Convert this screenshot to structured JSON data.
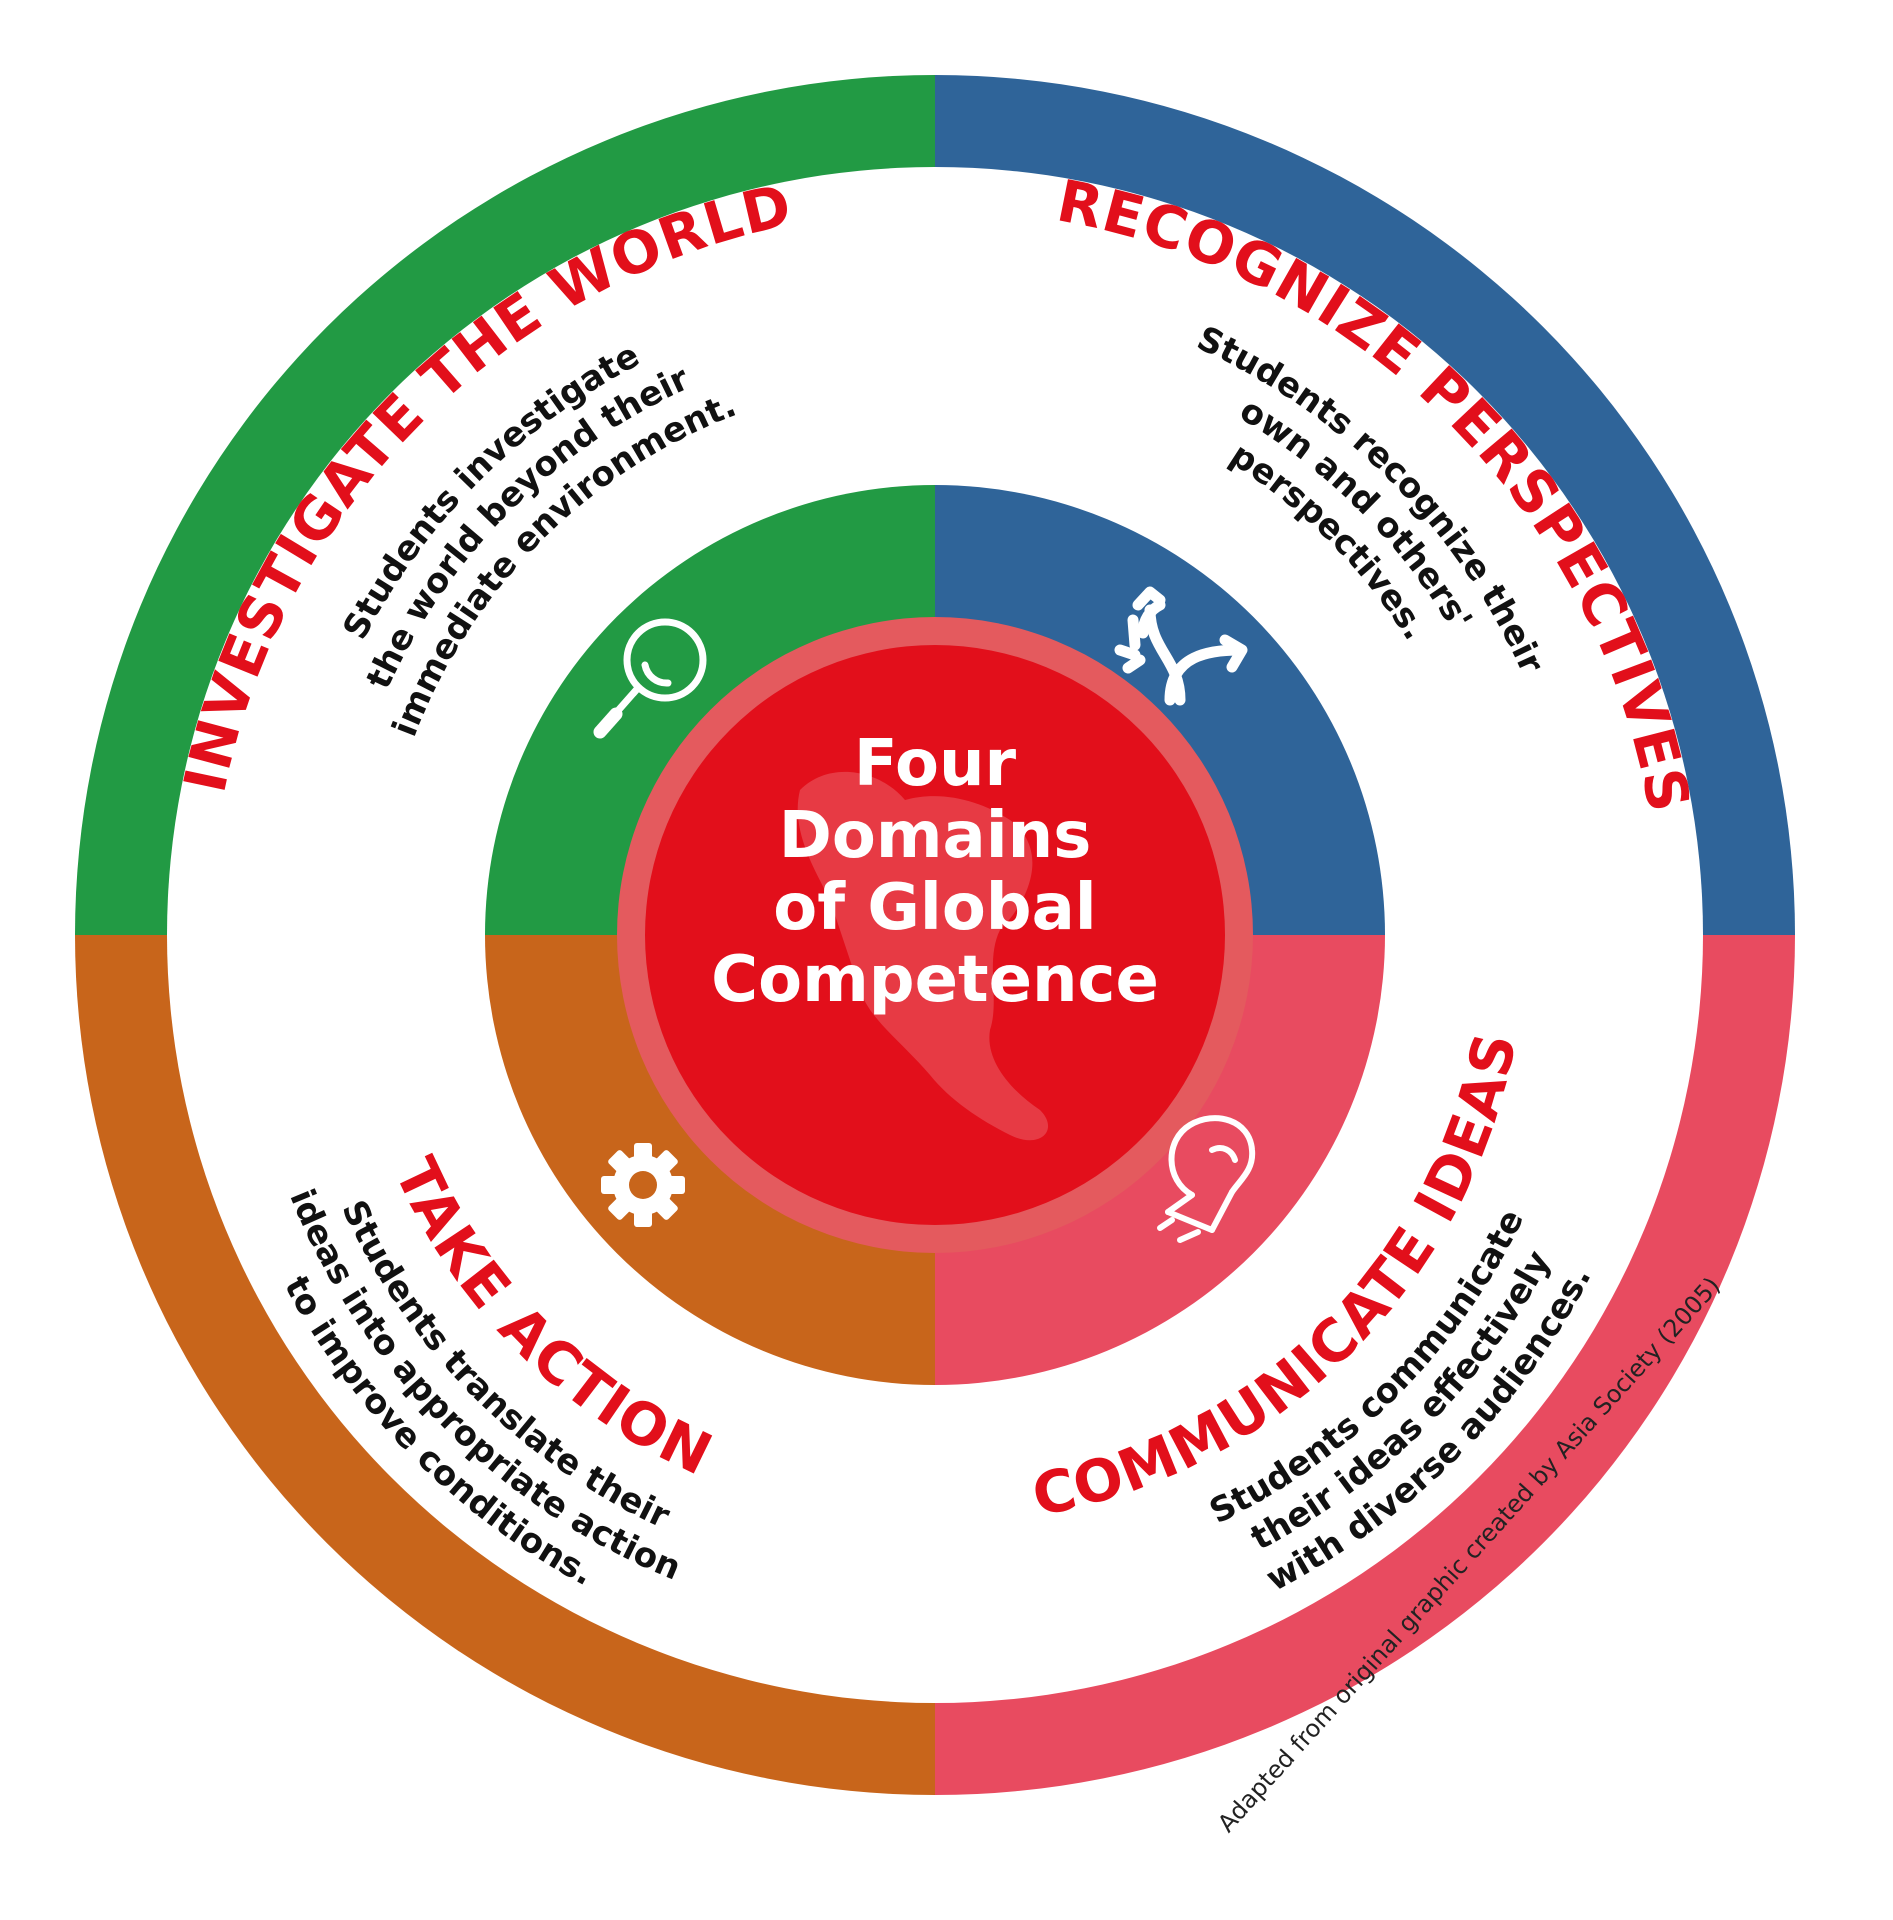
{
  "center": {
    "lines": [
      "Four",
      "Domains",
      "of Global",
      "Competence"
    ]
  },
  "domains": {
    "investigate": {
      "title": "INVESTIGATE THE WORLD",
      "desc": [
        "Students investigate",
        "the world beyond their",
        "immediate environment."
      ],
      "color": "#229a44",
      "icon": "magnifier-icon"
    },
    "recognize": {
      "title": "RECOGNIZE PERSPECTIVES",
      "desc": [
        "Students recognize their",
        "own and others'",
        "perspectives."
      ],
      "color": "#2f6499",
      "icon": "crossing-arrows-icon"
    },
    "communicate": {
      "title": "COMMUNICATE IDEAS",
      "desc": [
        "Students communicate",
        "their ideas effectively",
        "with diverse audiences."
      ],
      "color": "#e84b60",
      "icon": "lightbulb-icon"
    },
    "action": {
      "title": "TAKE ACTION",
      "desc": [
        "Students translate their",
        "ideas into appropriate action",
        "to improve conditions."
      ],
      "color": "#c8651b",
      "icon": "gear-icon"
    }
  },
  "colors": {
    "title_red": "#e20f1b",
    "center_red": "#e20f1b",
    "center_ring": "#e45a5e"
  },
  "credit": "Adapted from original graphic created by Asia Society (2005)"
}
